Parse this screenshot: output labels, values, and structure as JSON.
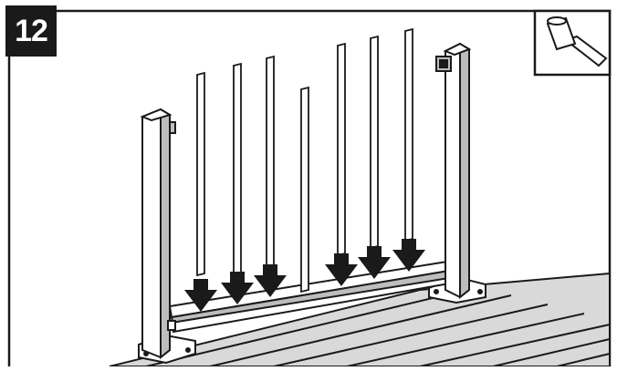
{
  "step": {
    "number": "12"
  },
  "tool_inset": {
    "icon": "rubber-mallet-icon"
  },
  "illustration": {
    "subject": "railing-balusters-insert",
    "baluster_count": 7,
    "arrow_count": 6,
    "post_count": 2
  },
  "colors": {
    "ink": "#1a1a1a",
    "fill": "#ffffff",
    "shade": "#bdbdbd",
    "deck_shade": "#d9d9d9"
  }
}
